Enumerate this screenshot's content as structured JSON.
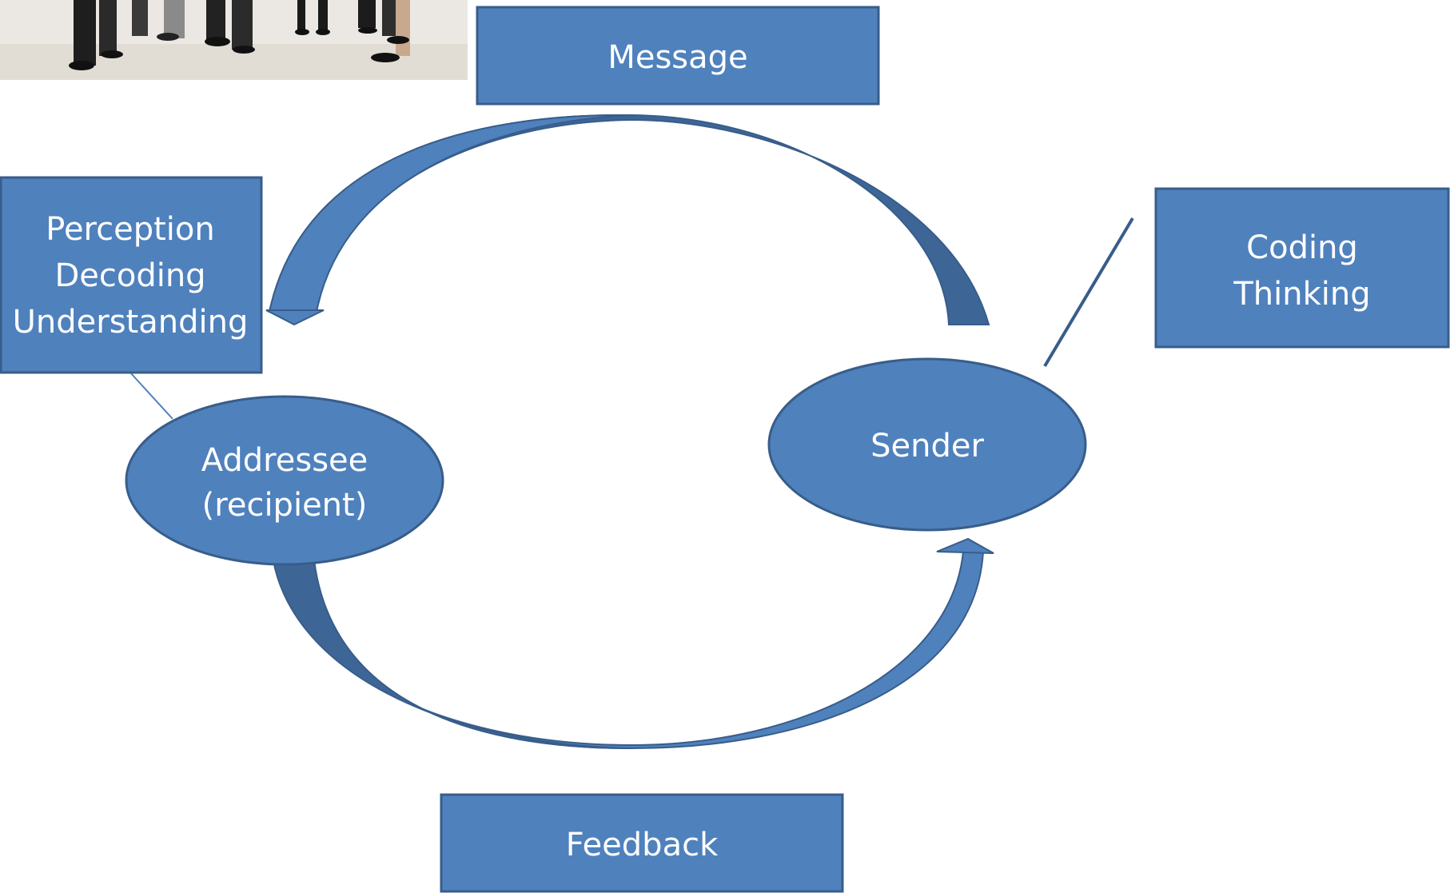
{
  "diagram": {
    "colors": {
      "fill": "#4f81bd",
      "border": "#385d8a",
      "arrow_dark": "#3d6596",
      "text": "#ffffff"
    },
    "image": {
      "description_icon": "people-standing-photo"
    },
    "boxes": {
      "message": {
        "label": "Message"
      },
      "perception": {
        "lines": [
          "Perception",
          "Decoding",
          "Understanding"
        ]
      },
      "coding": {
        "lines": [
          "Coding",
          "Thinking"
        ]
      },
      "feedback": {
        "label": "Feedback"
      }
    },
    "nodes": {
      "addressee": {
        "lines": [
          "Addressee",
          "(recipient)"
        ]
      },
      "sender": {
        "label": "Sender"
      }
    }
  }
}
